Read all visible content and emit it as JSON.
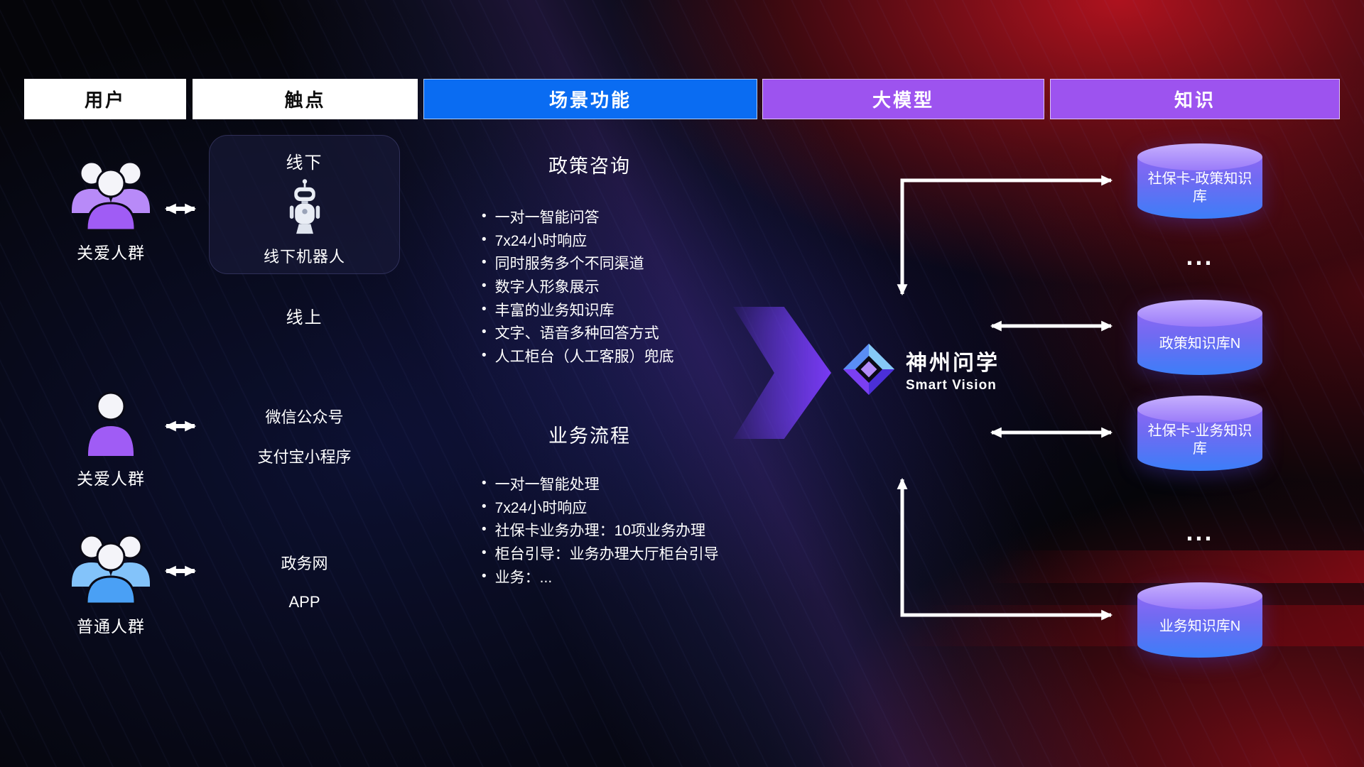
{
  "header": {
    "columns": [
      {
        "label": "用户"
      },
      {
        "label": "触点"
      },
      {
        "label": "场景功能"
      },
      {
        "label": "大模型"
      },
      {
        "label": "知识"
      }
    ]
  },
  "users": [
    {
      "label": "关爱人群"
    },
    {
      "label": "关爱人群"
    },
    {
      "label": "普通人群"
    }
  ],
  "touchpoints": {
    "offline_title": "线下",
    "offline_robot_label": "线下机器人",
    "online_title": "线上",
    "channels": [
      "微信公众号",
      "支付宝小程序",
      "政务网",
      "APP"
    ]
  },
  "scenarios": [
    {
      "title": "政策咨询",
      "items": [
        "一对一智能问答",
        "7x24小时响应",
        "同时服务多个不同渠道",
        "数字人形象展示",
        "丰富的业务知识库",
        "文字、语音多种回答方式",
        "人工柜台（人工客服）兜底"
      ]
    },
    {
      "title": "业务流程",
      "items": [
        "一对一智能处理",
        "7x24小时响应",
        "社保卡业务办理：10项业务办理",
        "柜台引导：业务办理大厅柜台引导",
        "业务：..."
      ]
    }
  ],
  "model": {
    "name": "神州问学",
    "subtitle": "Smart Vision"
  },
  "knowledge": {
    "databases": [
      "社保卡-政策知识库",
      "政策知识库N",
      "社保卡-业务知识库",
      "业务知识库N"
    ],
    "ellipsis": "..."
  },
  "colors": {
    "header_blue": "#0a6cf2",
    "header_purple": "#9d53ef",
    "user_purple": "#a05cf5",
    "user_blue": "#4aa0f5",
    "db_top": "#b59bfc",
    "db_bottom": "#3c7ef8"
  }
}
